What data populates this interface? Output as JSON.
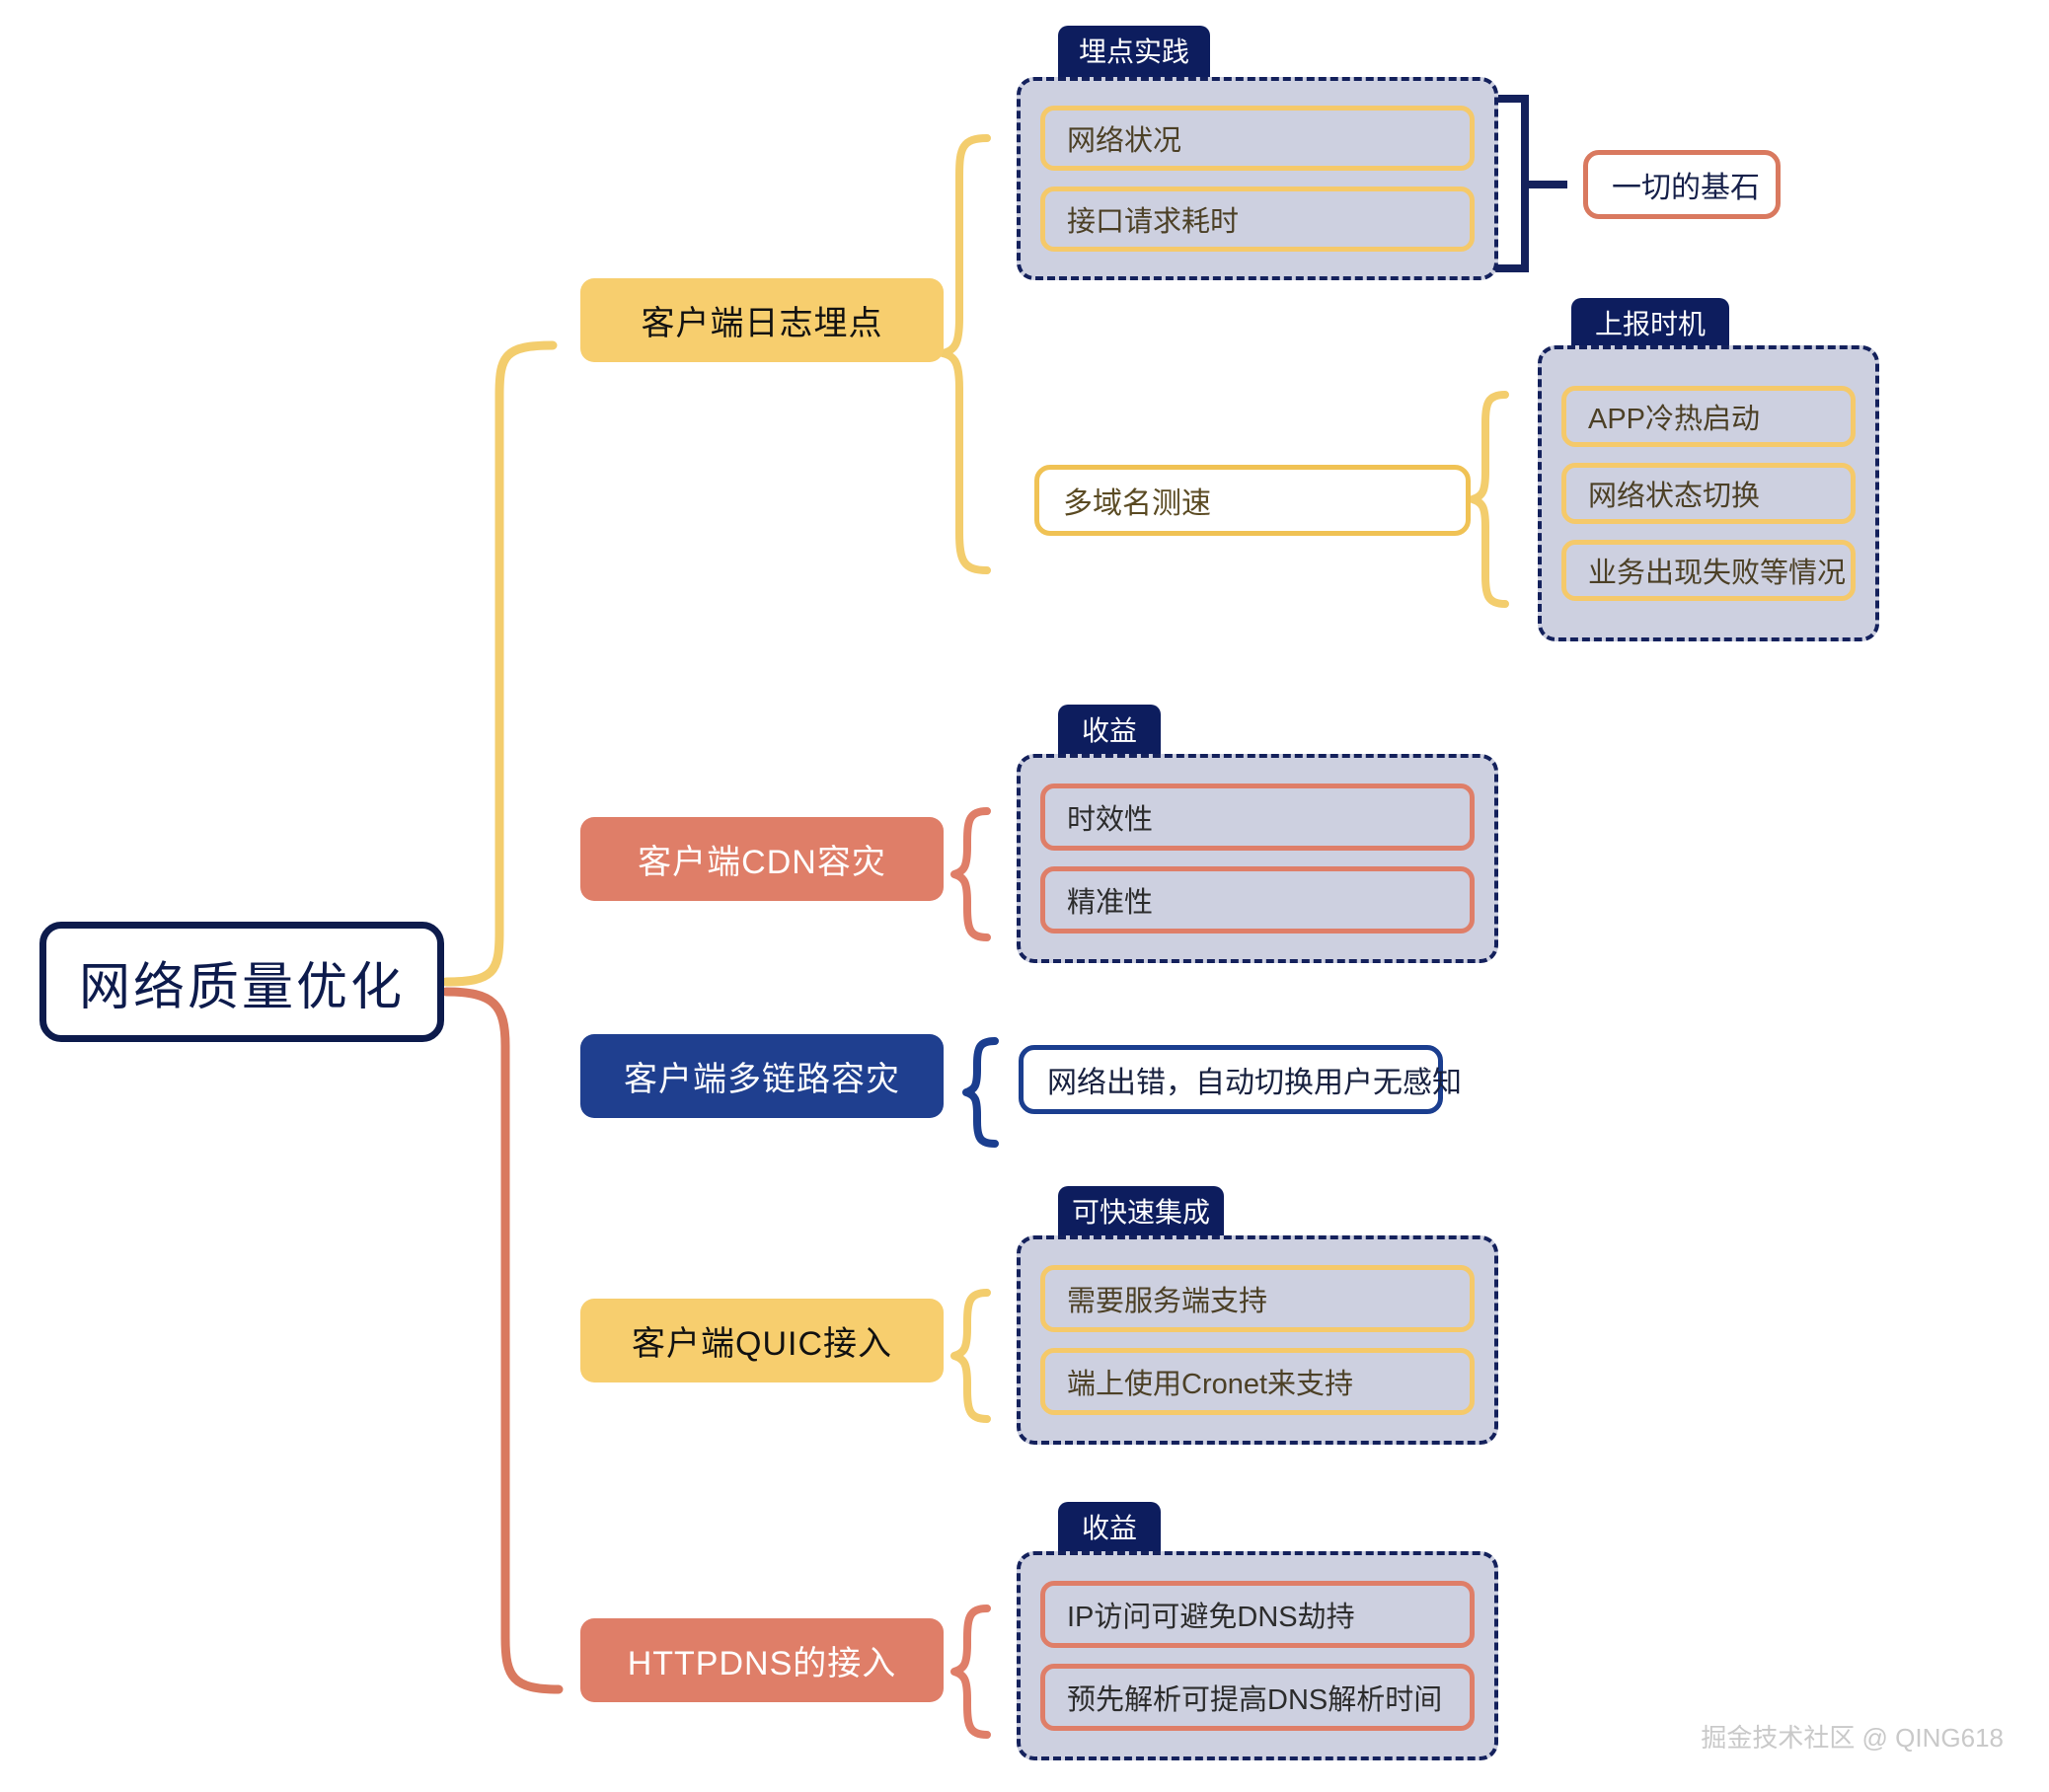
{
  "root": {
    "label": "网络质量优化"
  },
  "branches": [
    {
      "id": "logging",
      "label": "客户端日志埋点",
      "style": "yellow"
    },
    {
      "id": "cdn",
      "label": "客户端CDN容灾",
      "style": "salmon"
    },
    {
      "id": "multilink",
      "label": "客户端多链路容灾",
      "style": "navy"
    },
    {
      "id": "quic",
      "label": "客户端QUIC接入",
      "style": "yellow"
    },
    {
      "id": "httpdns",
      "label": "HTTPDNS的接入",
      "style": "salmon"
    }
  ],
  "groups": {
    "tracking_practice": {
      "tab": "埋点实践",
      "items": [
        "网络状况",
        "接口请求耗时"
      ]
    },
    "report_timing": {
      "tab": "上报时机",
      "items": [
        "APP冷热启动",
        "网络状态切换",
        "业务出现失败等情况"
      ]
    },
    "cdn_benefit": {
      "tab": "收益",
      "items": [
        "时效性",
        "精准性"
      ]
    },
    "quic_benefit": {
      "tab": "可快速集成",
      "items": [
        "需要服务端支持",
        "端上使用Cronet来支持"
      ]
    },
    "httpdns_benefit": {
      "tab": "收益",
      "items": [
        "IP访问可避免DNS劫持",
        "预先解析可提高DNS解析时间"
      ]
    }
  },
  "standalone": {
    "cornerstone": "一切的基石",
    "multi_domain_speed": "多域名测速",
    "multilink_note": "网络出错，自动切换用户无感知"
  },
  "watermark": "掘金技术社区 @ QING618",
  "colors": {
    "navy": "#0d1b4c",
    "tab_navy": "#0d1d5e",
    "yellow": "#f7ce6e",
    "salmon": "#df7e68",
    "branch_navy": "#1f3f8f",
    "group_fill": "#cdd0e0",
    "leaf_yellow_border": "#f5c96a",
    "leaf_coral_border": "#df7e68",
    "watermark_gray": "#c9c9c9"
  }
}
